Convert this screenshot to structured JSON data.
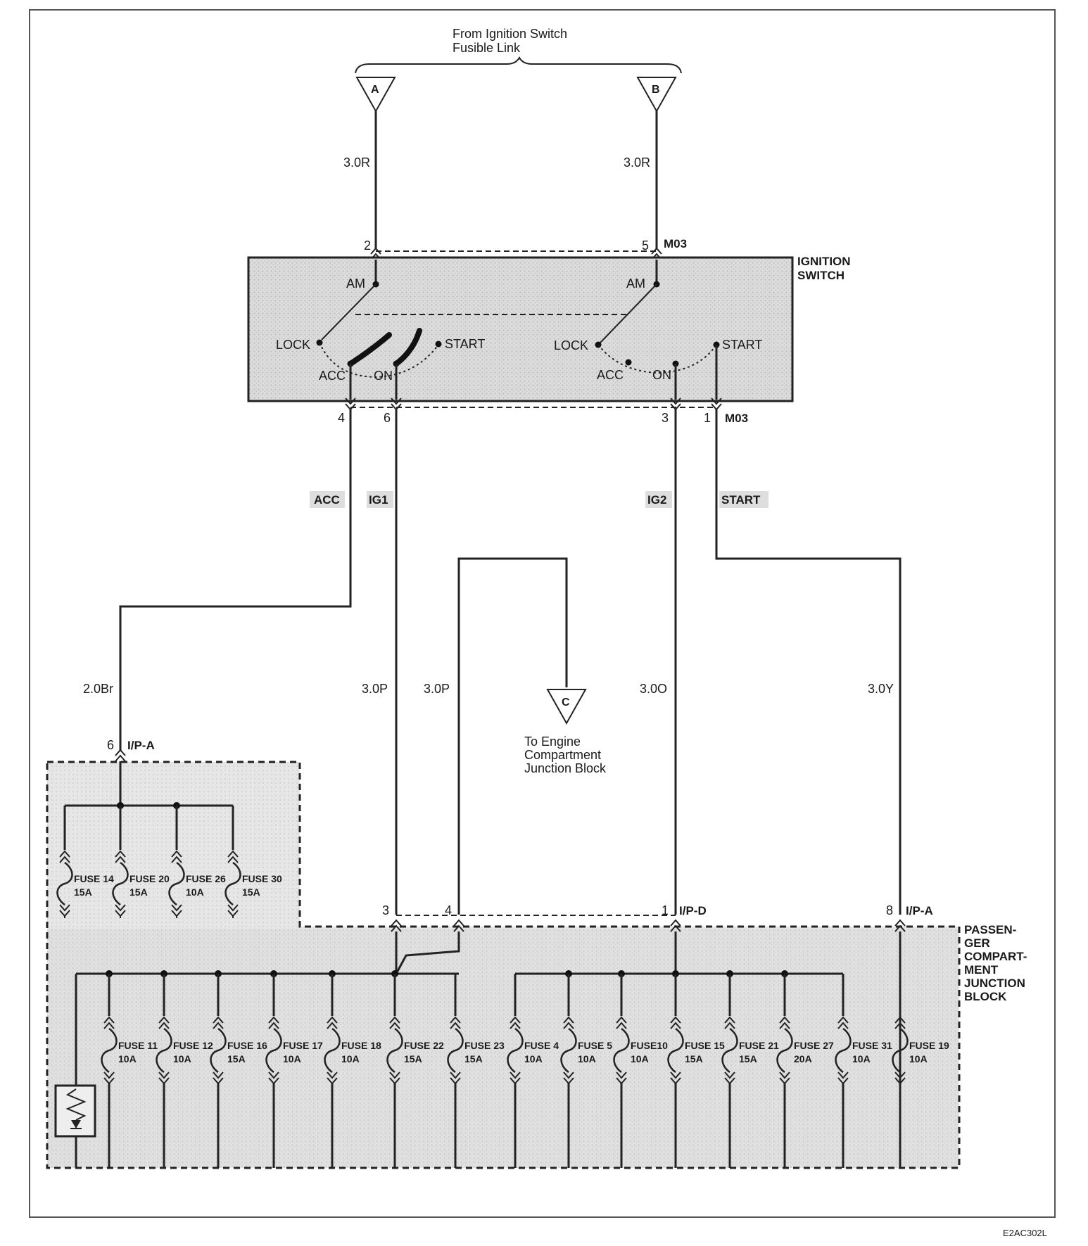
{
  "header": {
    "source_line1": "From Ignition Switch",
    "source_line2": "Fusible Link"
  },
  "sources": {
    "a": "A",
    "b": "B",
    "c": "C",
    "c_line1": "To Engine",
    "c_line2": "Compartment",
    "c_line3": "Junction Block"
  },
  "wires": {
    "a_spec": "3.0R",
    "b_spec": "3.0R",
    "acc_spec": "2.0Br",
    "ig1_spec": "3.0P",
    "ig1b_spec": "3.0P",
    "ig2_spec": "3.0O",
    "start_spec": "3.0Y"
  },
  "circuits": {
    "acc": "ACC",
    "ig1": "IG1",
    "ig2": "IG2",
    "start": "START"
  },
  "ignition_switch": {
    "title_line1": "IGNITION",
    "title_line2": "SWITCH",
    "am": "AM",
    "lock": "LOCK",
    "acc": "ACC",
    "on": "ON",
    "start": "START"
  },
  "connectors": {
    "m03": "M03",
    "ipa": "I/P-A",
    "ipd": "I/P-D",
    "pin2": "2",
    "pin5": "5",
    "pin4": "4",
    "pin6": "6",
    "pin3": "3",
    "pin1": "1",
    "pin6b": "6",
    "pin3b": "3",
    "pin4b": "4",
    "pin1b": "1",
    "pin8": "8"
  },
  "junction_block": {
    "line1": "PASSEN-",
    "line2": "GER",
    "line3": "COMPART-",
    "line4": "MENT",
    "line5": "JUNCTION",
    "line6": "BLOCK"
  },
  "fuses_acc": [
    {
      "name": "FUSE 14",
      "amp": "15A"
    },
    {
      "name": "FUSE 20",
      "amp": "15A"
    },
    {
      "name": "FUSE 26",
      "amp": "10A"
    },
    {
      "name": "FUSE 30",
      "amp": "15A"
    }
  ],
  "fuses_ig1": [
    {
      "name": "FUSE 11",
      "amp": "10A"
    },
    {
      "name": "FUSE 12",
      "amp": "10A"
    },
    {
      "name": "FUSE 16",
      "amp": "15A"
    },
    {
      "name": "FUSE 17",
      "amp": "10A"
    },
    {
      "name": "FUSE 18",
      "amp": "10A"
    },
    {
      "name": "FUSE 22",
      "amp": "15A"
    },
    {
      "name": "FUSE 23",
      "amp": "15A"
    }
  ],
  "fuses_ig2": [
    {
      "name": "FUSE 4",
      "amp": "10A"
    },
    {
      "name": "FUSE 5",
      "amp": "10A"
    },
    {
      "name": "FUSE10",
      "amp": "10A"
    },
    {
      "name": "FUSE 15",
      "amp": "15A"
    },
    {
      "name": "FUSE 21",
      "amp": "15A"
    },
    {
      "name": "FUSE 27",
      "amp": "20A"
    },
    {
      "name": "FUSE 31",
      "amp": "10A"
    }
  ],
  "fuses_start": [
    {
      "name": "FUSE 19",
      "amp": "10A"
    }
  ],
  "figure_code": "E2AC302L"
}
